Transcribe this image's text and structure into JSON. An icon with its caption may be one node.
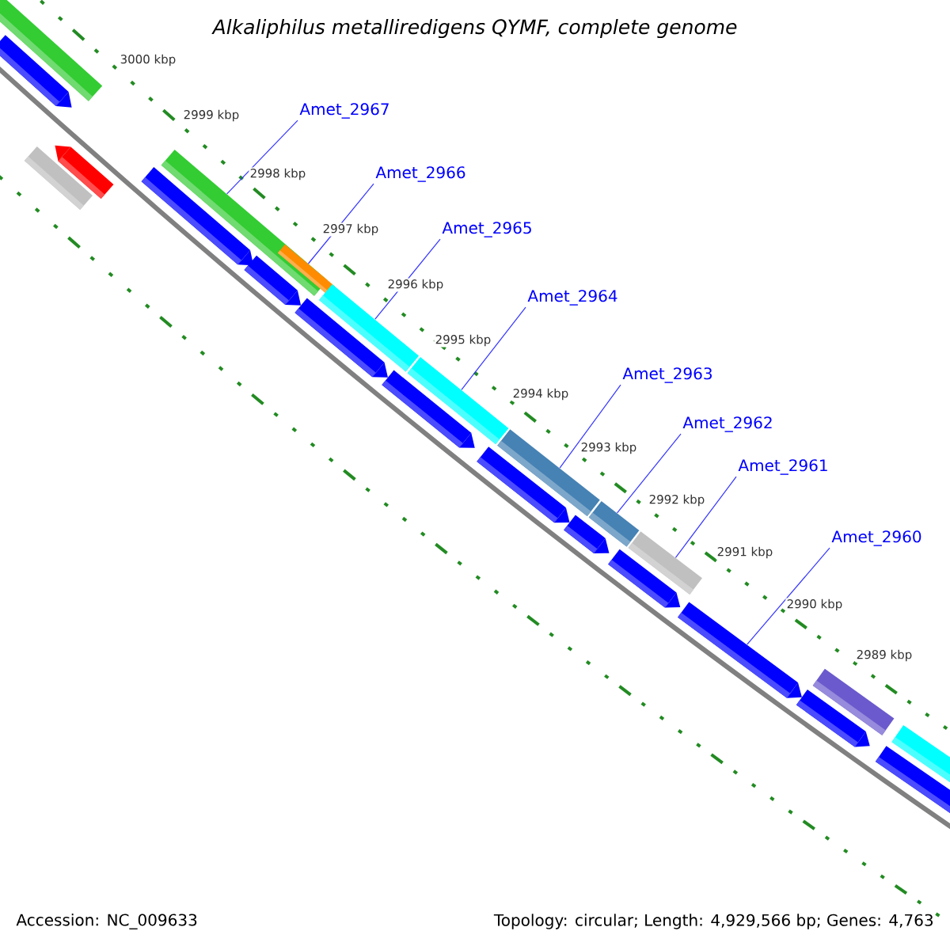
{
  "diagram": {
    "title": "Alkaliphilus metalliredigens QYMF, complete genome",
    "nodes": [
      {
        "text": [
          "Amet_2967"
        ]
      },
      {
        "text": [
          "Amet_2966"
        ]
      },
      {
        "text": [
          "Amet_2965"
        ]
      },
      {
        "text": [
          "Amet_2964"
        ]
      },
      {
        "text": [
          "Amet_2963"
        ]
      },
      {
        "text": [
          "Amet_2962"
        ]
      },
      {
        "text": [
          "Amet_2961"
        ]
      },
      {
        "text": [
          "Amet_2960"
        ]
      },
      {
        "text": [],
        "shape": "pentagon"
      },
      {
        "text": [],
        "shape": "bar"
      },
      {
        "text": [],
        "shape": "bar"
      },
      {
        "text": [],
        "shape": "pentagon"
      },
      {
        "text": [],
        "shape": "pentagon"
      },
      {
        "text": [],
        "shape": "bar"
      },
      {
        "text": [],
        "shape": "pentagon"
      },
      {
        "text": [],
        "shape": "bar"
      },
      {
        "text": [],
        "shape": "pentagon"
      },
      {
        "text": [],
        "shape": "bar"
      },
      {
        "text": [],
        "shape": "pentagon"
      },
      {
        "text": [],
        "shape": "bar"
      },
      {
        "text": [],
        "shape": "pentagon"
      },
      {
        "text": [],
        "shape": "bar"
      },
      {
        "text": [],
        "shape": "pentagon"
      },
      {
        "text": [],
        "shape": "bar"
      },
      {
        "text": [],
        "shape": "pentagon"
      },
      {
        "text": [],
        "shape": "bar"
      },
      {
        "text": [],
        "shape": "pentagon"
      },
      {
        "text": [],
        "shape": "pentagon"
      },
      {
        "text": [],
        "shape": "bar"
      },
      {
        "text": [],
        "shape": "pentagon"
      },
      {
        "text": [],
        "shape": "bar"
      }
    ],
    "edges": [
      {
        "from": 0,
        "to": 13,
        "arrow": "none"
      },
      {
        "from": 1,
        "to": 15,
        "arrow": "none"
      },
      {
        "from": 2,
        "to": 17,
        "arrow": "none"
      },
      {
        "from": 3,
        "to": 19,
        "arrow": "none"
      },
      {
        "from": 4,
        "to": 21,
        "arrow": "none"
      },
      {
        "from": 5,
        "to": 23,
        "arrow": "none"
      },
      {
        "from": 6,
        "to": 25,
        "arrow": "none"
      },
      {
        "from": 7,
        "to": 26,
        "arrow": "none"
      }
    ],
    "labels": [
      "3000 kbp",
      "2999 kbp",
      "2998 kbp",
      "2997 kbp",
      "2996 kbp",
      "2995 kbp",
      "2994 kbp",
      "2993 kbp",
      "2992 kbp",
      "2991 kbp",
      "2990 kbp",
      "2989 kbp",
      "Accession: NC_009633",
      "Topology: circular; Length: 4,929,566 bp; Genes: 4,763"
    ]
  }
}
